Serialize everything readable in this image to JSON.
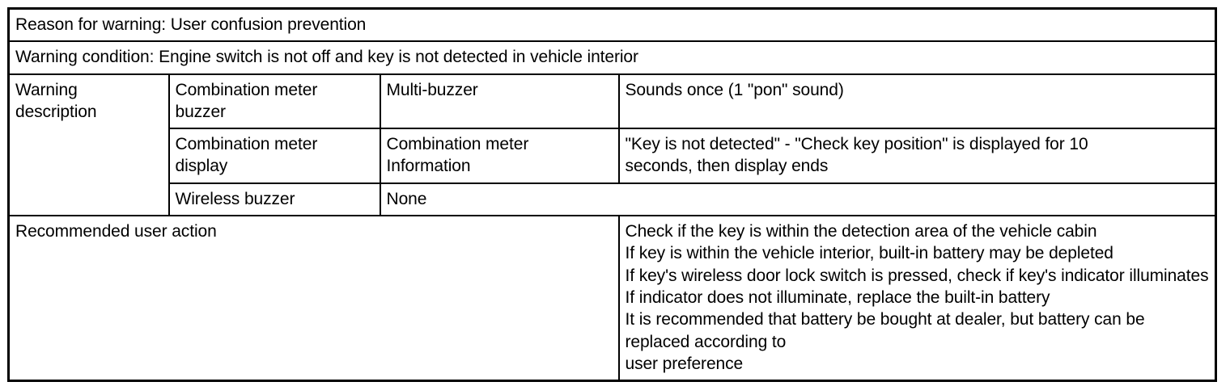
{
  "table": {
    "reason_row": {
      "text": "Reason for warning: User confusion prevention"
    },
    "condition_row": {
      "text": "Warning condition: Engine switch is not off and key is not detected in vehicle interior"
    },
    "warning_description": {
      "label": "Warning\ndescription",
      "rows": [
        {
          "component": "Combination meter\nbuzzer",
          "type": "Multi-buzzer",
          "detail": "Sounds once (1 \"pon\" sound)"
        },
        {
          "component": "Combination meter\ndisplay",
          "type": "Combination meter\nInformation",
          "detail": "\"Key is not detected\" - \"Check key position\" is displayed for 10\nseconds, then display ends"
        },
        {
          "component": "Wireless buzzer",
          "detail_merged": "None"
        }
      ]
    },
    "recommended_action": {
      "label": "Recommended user action",
      "text": "Check if the key is within the detection area of the vehicle cabin\nIf key is within the vehicle interior, built-in battery may be depleted\nIf key's wireless door lock switch is pressed, check if key's indicator illuminates\nIf indicator does not illuminate, replace the built-in battery\nIt is recommended that battery be bought at dealer, but battery can be replaced according to\nuser preference"
    }
  },
  "colors": {
    "border": "#000000",
    "text": "#000000",
    "background": "#ffffff"
  }
}
